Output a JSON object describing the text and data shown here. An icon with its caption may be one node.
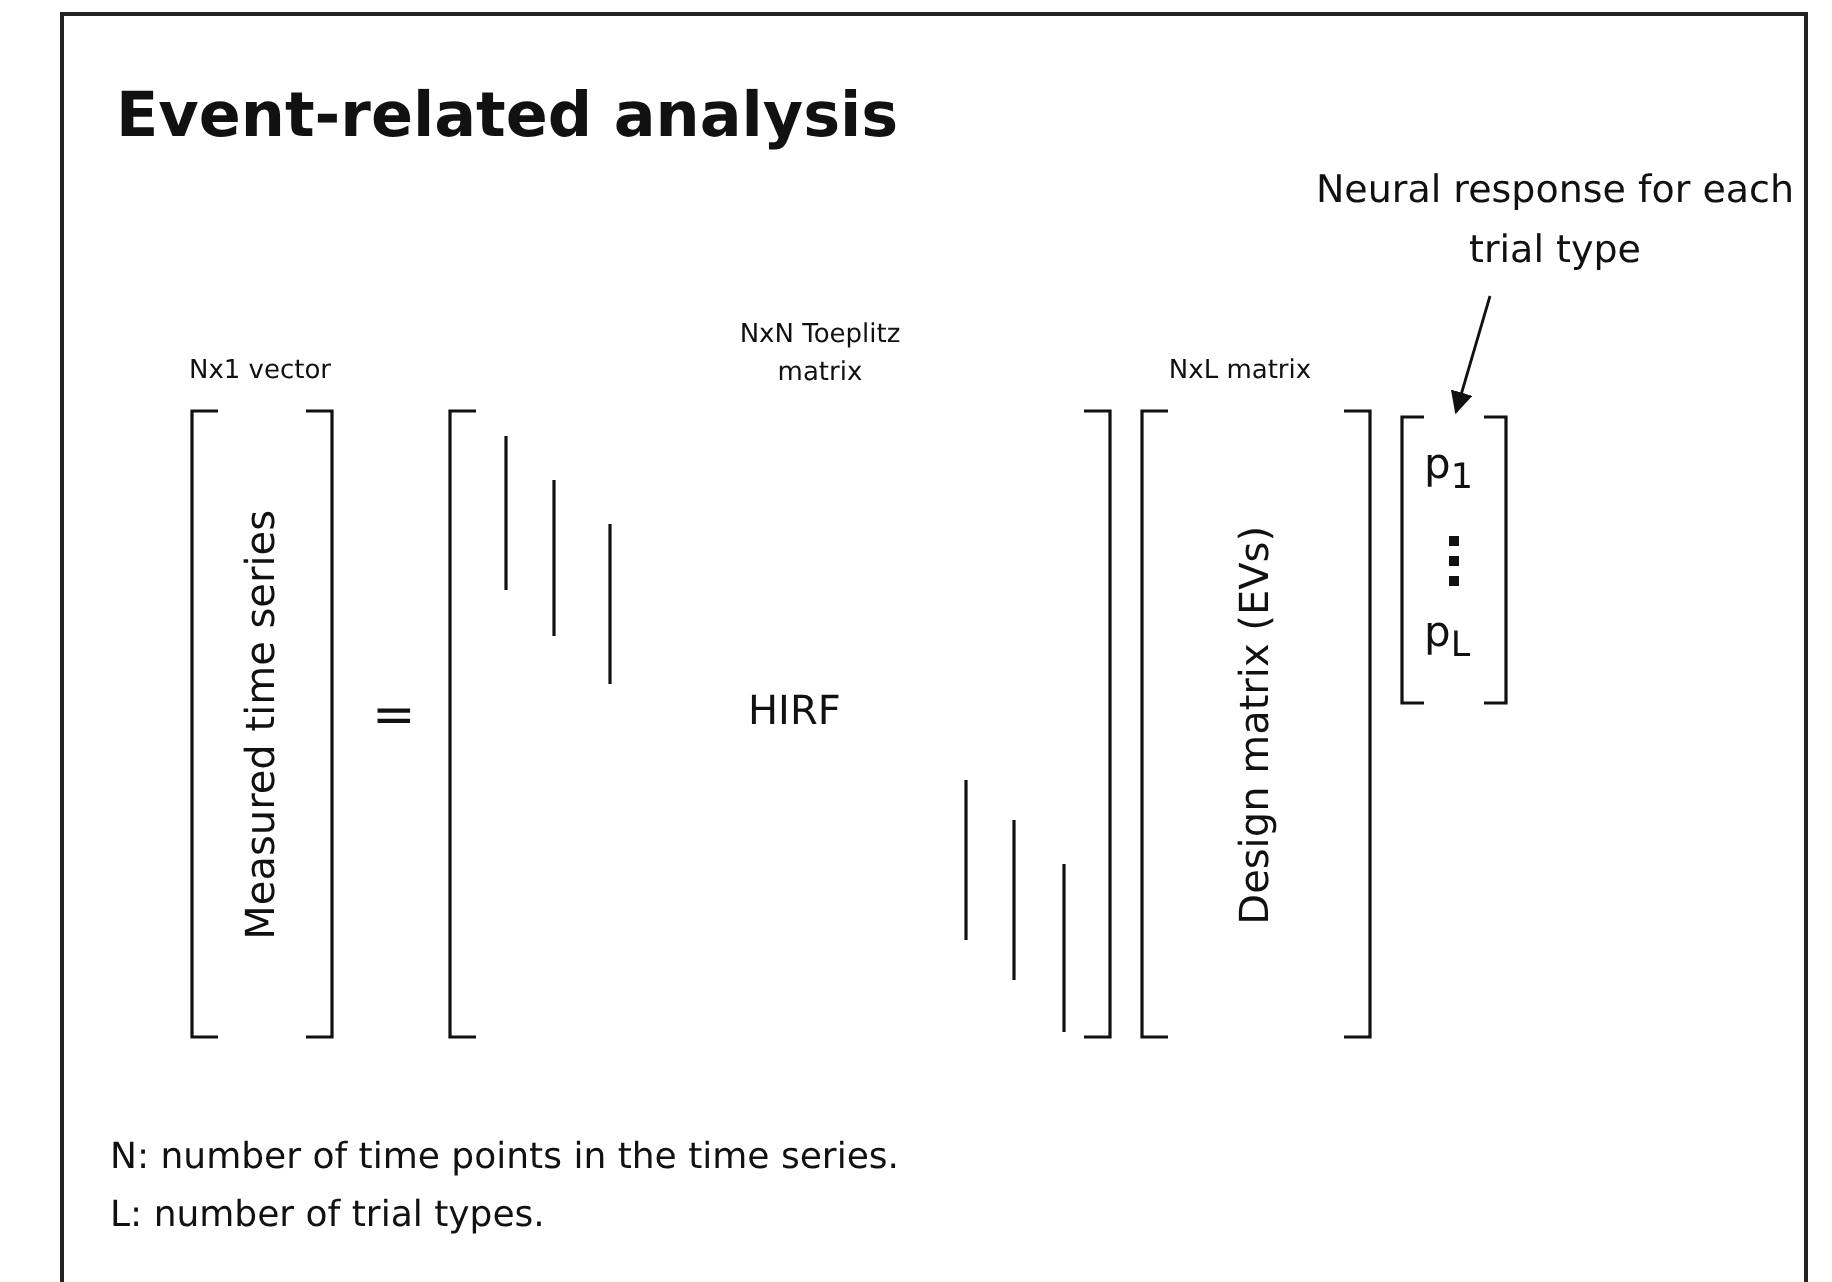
{
  "diagram": {
    "title": "Event-related analysis",
    "nodes": [
      {
        "text": [
          "Measured time series"
        ],
        "beside": [
          "Nx1 vector"
        ]
      },
      {
        "text": [
          "HIRF"
        ],
        "beside": [
          "NxN Toeplitz matrix"
        ]
      },
      {
        "text": [
          "Design matrix (EVs)"
        ],
        "beside": [
          "NxL matrix"
        ]
      },
      {
        "text": [
          "p$_{1}$",
          "p$_{L}$"
        ]
      },
      {
        "text": [
          "Neural response for each trial type"
        ]
      }
    ],
    "edges": [
      {
        "from": 4,
        "to": 3,
        "arrow": "to"
      }
    ],
    "labels": [
      "=",
      "N: number of time points in the time series.",
      "L: number of trial types."
    ]
  }
}
